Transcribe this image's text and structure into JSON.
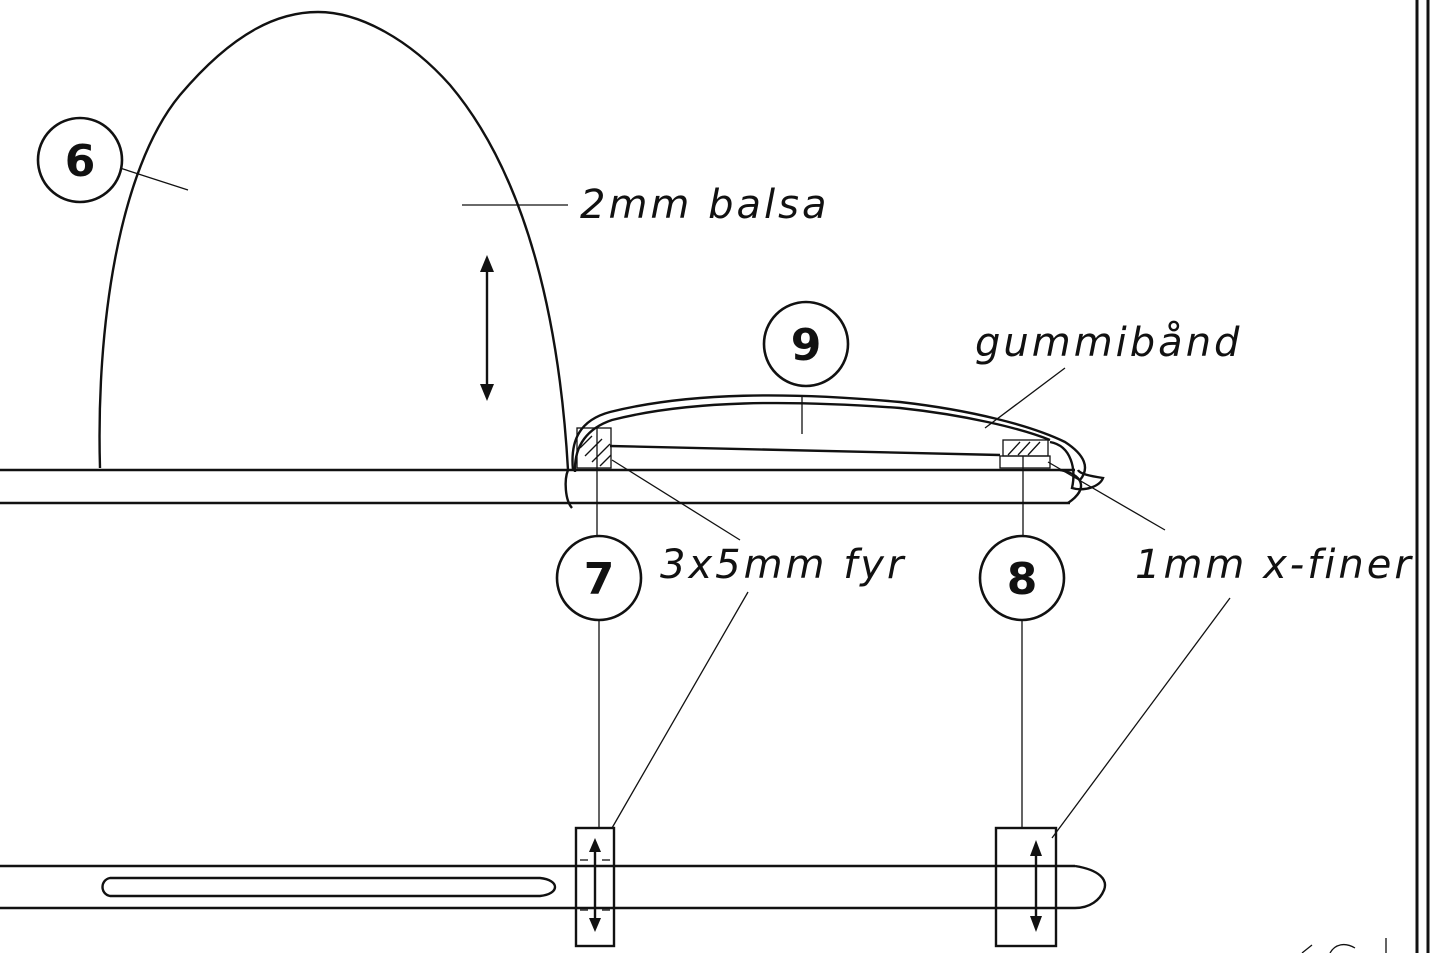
{
  "parts": [
    {
      "id": "6",
      "number": "6"
    },
    {
      "id": "7",
      "number": "7"
    },
    {
      "id": "8",
      "number": "8"
    },
    {
      "id": "9",
      "number": "9"
    }
  ],
  "labels": {
    "balsa": "2mm balsa",
    "rubber_band": "gummibånd",
    "spruce": "3x5mm fyr",
    "plywood": "1mm x-finer"
  }
}
